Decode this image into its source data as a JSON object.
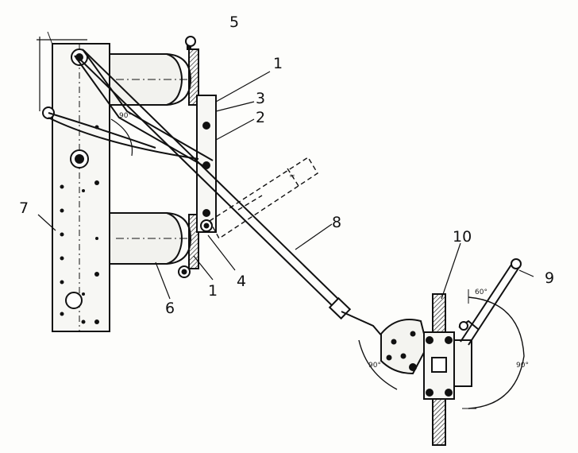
{
  "labels": {
    "l1a": "1",
    "l1b": "1",
    "l2": "2",
    "l3": "3",
    "l4": "4",
    "l5": "5",
    "l6": "6",
    "l7": "7",
    "l8": "8",
    "l9": "9",
    "l10": "10"
  },
  "angle_marks": {
    "a1": "90°",
    "a2": "90°",
    "a3": "90°",
    "a4": "60°",
    "a5": "≈"
  },
  "colors": {
    "ink": "#111111",
    "paper": "#fdfdfb",
    "shade": "#9a9a9a"
  }
}
